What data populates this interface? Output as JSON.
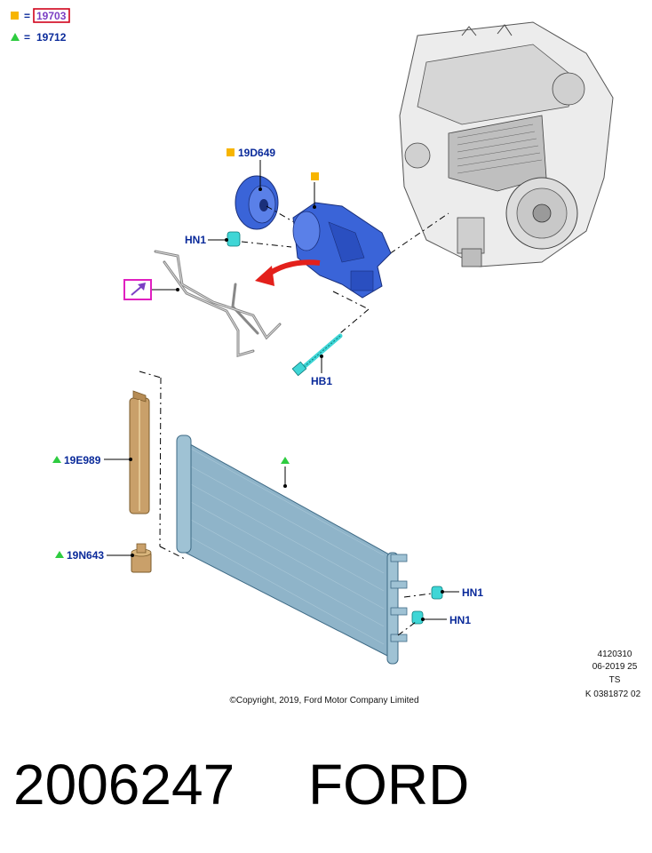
{
  "legend": {
    "items": [
      {
        "symbol": "square",
        "color": "#f7b500",
        "equals": "=",
        "code": "19703",
        "highlighted": true,
        "highlight_color": "#d0021b",
        "text_color": "#7b3fc4"
      },
      {
        "symbol": "triangle",
        "color": "#2ecc40",
        "equals": "=",
        "code": "19712",
        "highlighted": false,
        "text_color": "#0a2a9a"
      }
    ]
  },
  "callouts": {
    "clutch": "19D649",
    "nut_compressor": "HN1",
    "bolt": "HB1",
    "receiver_drier": "19E989",
    "plug": "19N643",
    "nut_condenser_1": "HN1",
    "nut_condenser_2": "HN1"
  },
  "colors": {
    "compressor": "#3a64d8",
    "clutch": "#3a64d8",
    "fastener": "#3fd6d6",
    "condenser": "#8fb4c9",
    "drier": "#c9a06a",
    "arrow": "#e3201b",
    "marker_square": "#f7b500",
    "marker_triangle": "#2ecc40",
    "hose_link_box": "#e020c0",
    "label_blue": "#0a2a9a"
  },
  "icons": {
    "hose_link": "arrow-up-right-icon"
  },
  "reference": {
    "lines": [
      "4120310",
      "06-2019 25",
      "TS",
      "K 0381872 02"
    ]
  },
  "copyright": "©Copyright, 2019, Ford Motor Company Limited",
  "footer": {
    "part_number": "2006247",
    "brand": "FORD"
  }
}
